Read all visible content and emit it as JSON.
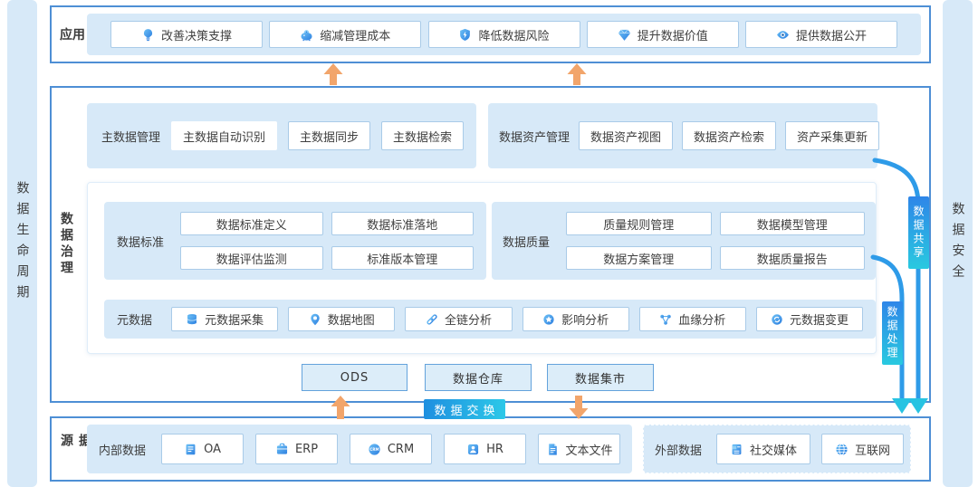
{
  "colors": {
    "section_border": "#4E8FD5",
    "panel_bg": "#D7E9F8",
    "button_border": "#A9CBE8",
    "tag_gradient_start": "#1E8FE0",
    "tag_gradient_end": "#2CC8E8",
    "flow_line": "#2E9BE8",
    "flow_arrowhead": "#27C3E2",
    "orange_arrow": "#F2A56B",
    "text": "#404040"
  },
  "sidebars": {
    "left_label": "数据生命周期",
    "right_label": "数据安全"
  },
  "app_layer": {
    "label": "应用",
    "buttons": [
      {
        "icon": "bulb-icon",
        "label": "改善决策支撑"
      },
      {
        "icon": "piggy-bank-icon",
        "label": "缩减管理成本"
      },
      {
        "icon": "shield-icon",
        "label": "降低数据风险"
      },
      {
        "icon": "diamond-icon",
        "label": "提升数据价值"
      },
      {
        "icon": "eye-icon",
        "label": "提供数据公开"
      }
    ]
  },
  "governance_layer": {
    "label": "数据治理",
    "master_data": {
      "label": "主数据管理",
      "buttons": [
        "主数据自动识别",
        "主数据同步",
        "主数据检索"
      ]
    },
    "data_asset": {
      "label": "数据资产管理",
      "buttons": [
        "数据资产视图",
        "数据资产检索",
        "资产采集更新"
      ]
    },
    "data_standard": {
      "label": "数据标准",
      "buttons": [
        "数据标准定义",
        "数据标准落地",
        "数据评估监测",
        "标准版本管理"
      ]
    },
    "data_quality": {
      "label": "数据质量",
      "buttons": [
        "质量规则管理",
        "数据模型管理",
        "数据方案管理",
        "数据质量报告"
      ]
    },
    "metadata": {
      "label": "元数据",
      "buttons": [
        {
          "icon": "database-icon",
          "label": "元数据采集"
        },
        {
          "icon": "map-pin-icon",
          "label": "数据地图"
        },
        {
          "icon": "link-icon",
          "label": "全链分析"
        },
        {
          "icon": "star-badge-icon",
          "label": "影响分析"
        },
        {
          "icon": "branch-icon",
          "label": "血缘分析"
        },
        {
          "icon": "refresh-circle-icon",
          "label": "元数据变更"
        }
      ]
    },
    "storage_boxes": [
      "ODS",
      "数据仓库",
      "数据集市"
    ]
  },
  "flow_tags": {
    "exchange": "数据交换",
    "share": "数据共享",
    "process": "数据处理"
  },
  "source_layer": {
    "label": "数据源",
    "internal": {
      "label": "内部数据",
      "buttons": [
        {
          "icon": "oa-doc-icon",
          "label": "OA"
        },
        {
          "icon": "erp-box-icon",
          "label": "ERP"
        },
        {
          "icon": "crm-badge-icon",
          "label": "CRM"
        },
        {
          "icon": "hr-person-icon",
          "label": "HR"
        },
        {
          "icon": "text-file-icon",
          "label": "文本文件"
        }
      ]
    },
    "external": {
      "label": "外部数据",
      "buttons": [
        {
          "icon": "social-media-icon",
          "label": "社交媒体"
        },
        {
          "icon": "globe-icon",
          "label": "互联网"
        }
      ]
    }
  }
}
